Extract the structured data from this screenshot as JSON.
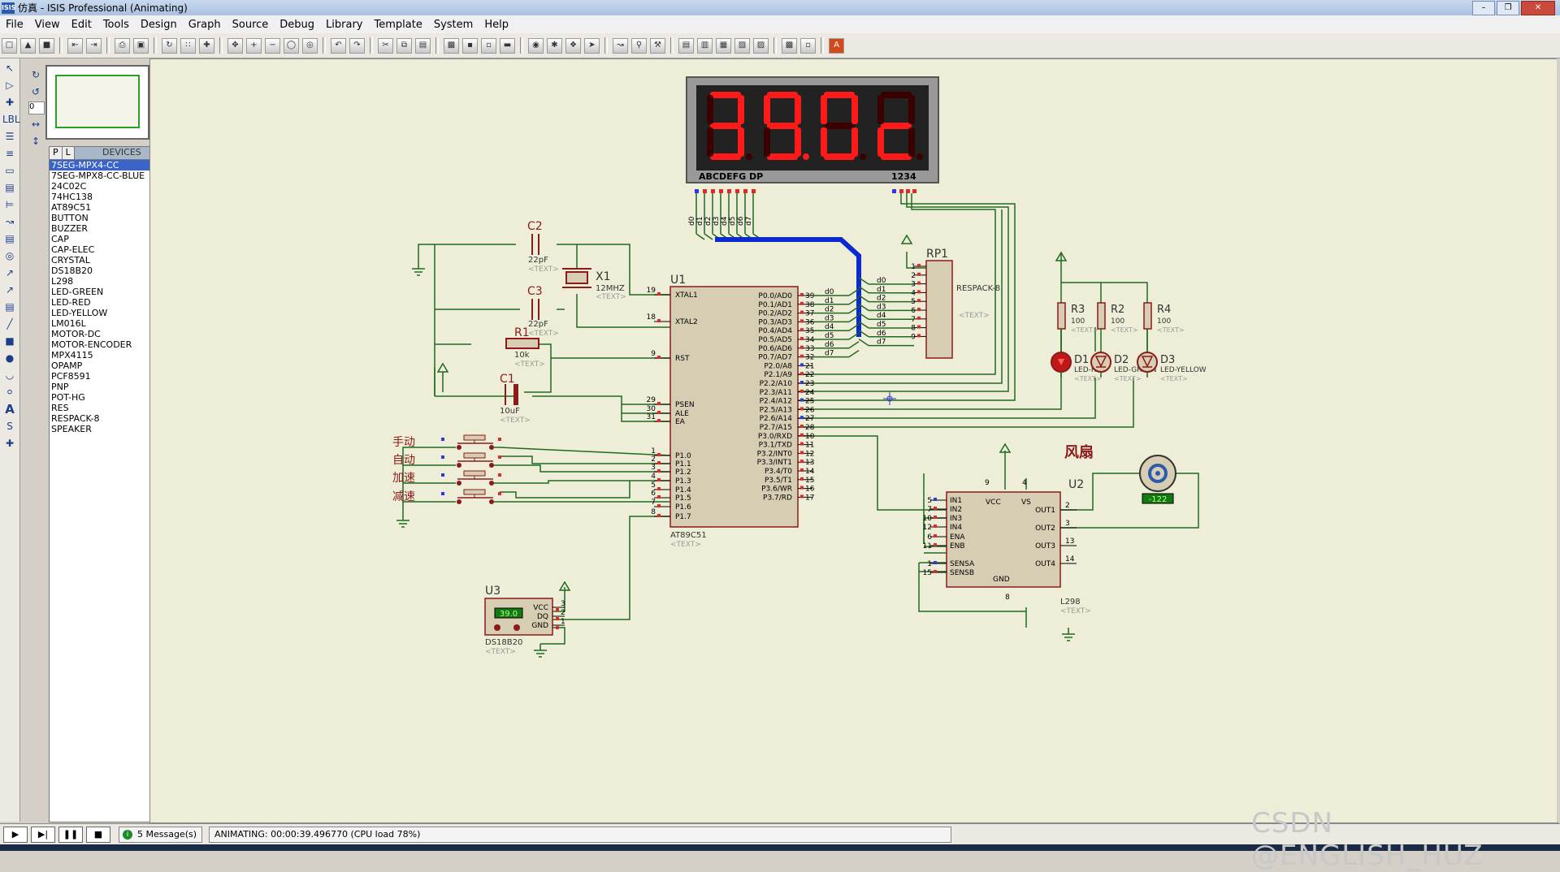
{
  "window": {
    "title": "仿真 - ISIS Professional (Animating)",
    "app_icon": "ISIS"
  },
  "menu": [
    "File",
    "View",
    "Edit",
    "Tools",
    "Design",
    "Graph",
    "Source",
    "Debug",
    "Library",
    "Template",
    "System",
    "Help"
  ],
  "device_panel": {
    "tabs": [
      "P",
      "L"
    ],
    "title": "DEVICES",
    "zoom_value": "0",
    "items": [
      "7SEG-MPX4-CC",
      "7SEG-MPX8-CC-BLUE",
      "24C02C",
      "74HC138",
      "AT89C51",
      "BUTTON",
      "BUZZER",
      "CAP",
      "CAP-ELEC",
      "CRYSTAL",
      "DS18B20",
      "L298",
      "LED-GREEN",
      "LED-RED",
      "LED-YELLOW",
      "LM016L",
      "MOTOR-DC",
      "MOTOR-ENCODER",
      "MPX4115",
      "OPAMP",
      "PCF8591",
      "PNP",
      "POT-HG",
      "RES",
      "RESPACK-8",
      "SPEAKER"
    ],
    "selected_index": 0
  },
  "schematic": {
    "display": {
      "digits": [
        "3",
        "9.",
        "0",
        "c"
      ],
      "label_left": "ABCDEFG  DP",
      "label_right": "1234",
      "color": "#ff1a1a"
    },
    "mcu": {
      "ref": "U1",
      "part": "AT89C51",
      "text": "<TEXT>",
      "left_pins": [
        [
          "19",
          "XTAL1"
        ],
        [
          "18",
          "XTAL2"
        ],
        [
          "9",
          "RST"
        ],
        [
          "29",
          "PSEN"
        ],
        [
          "30",
          "ALE"
        ],
        [
          "31",
          "EA"
        ],
        [
          "1",
          "P1.0"
        ],
        [
          "2",
          "P1.1"
        ],
        [
          "3",
          "P1.2"
        ],
        [
          "4",
          "P1.3"
        ],
        [
          "5",
          "P1.4"
        ],
        [
          "6",
          "P1.5"
        ],
        [
          "7",
          "P1.6"
        ],
        [
          "8",
          "P1.7"
        ]
      ],
      "right_pins": [
        [
          "39",
          "P0.0/AD0"
        ],
        [
          "38",
          "P0.1/AD1"
        ],
        [
          "37",
          "P0.2/AD2"
        ],
        [
          "36",
          "P0.3/AD3"
        ],
        [
          "35",
          "P0.4/AD4"
        ],
        [
          "34",
          "P0.5/AD5"
        ],
        [
          "33",
          "P0.6/AD6"
        ],
        [
          "32",
          "P0.7/AD7"
        ],
        [
          "21",
          "P2.0/A8"
        ],
        [
          "22",
          "P2.1/A9"
        ],
        [
          "23",
          "P2.2/A10"
        ],
        [
          "24",
          "P2.3/A11"
        ],
        [
          "25",
          "P2.4/A12"
        ],
        [
          "26",
          "P2.5/A13"
        ],
        [
          "27",
          "P2.6/A14"
        ],
        [
          "28",
          "P2.7/A15"
        ],
        [
          "10",
          "P3.0/RXD"
        ],
        [
          "11",
          "P3.1/TXD"
        ],
        [
          "12",
          "P3.2/INT0"
        ],
        [
          "13",
          "P3.3/INT1"
        ],
        [
          "14",
          "P3.4/T0"
        ],
        [
          "15",
          "P3.5/T1"
        ],
        [
          "16",
          "P3.6/WR"
        ],
        [
          "17",
          "P3.7/RD"
        ]
      ]
    },
    "bus_labels": [
      "d0",
      "d1",
      "d2",
      "d3",
      "d4",
      "d5",
      "d6",
      "d7"
    ],
    "c2": {
      "ref": "C2",
      "value": "22pF",
      "text": "<TEXT>"
    },
    "c3": {
      "ref": "C3",
      "value": "22pF",
      "text": "<TEXT>"
    },
    "x1": {
      "ref": "X1",
      "value": "12MHZ",
      "text": "<TEXT>"
    },
    "r1": {
      "ref": "R1",
      "value": "10k",
      "text": "<TEXT>"
    },
    "c1": {
      "ref": "C1",
      "value": "10uF",
      "text": "<TEXT>"
    },
    "rp1": {
      "ref": "RP1",
      "part": "RESPACK-8",
      "text": "<TEXT>",
      "pins": [
        "1",
        "2",
        "3",
        "4",
        "5",
        "6",
        "7",
        "8",
        "9"
      ]
    },
    "resistors": [
      {
        "ref": "R3",
        "value": "100",
        "text": "<TEXT>"
      },
      {
        "ref": "R2",
        "value": "100",
        "text": "<TEXT>"
      },
      {
        "ref": "R4",
        "value": "100",
        "text": "<TEXT>"
      }
    ],
    "leds": [
      {
        "ref": "D1",
        "part": "LED-RED",
        "text": "<TEXT>"
      },
      {
        "ref": "D2",
        "part": "LED-GREEN",
        "text": "<TEXT>"
      },
      {
        "ref": "D3",
        "part": "LED-YELLOW",
        "text": "<TEXT>"
      }
    ],
    "buttons": [
      "手动",
      "自动",
      "加速",
      "减速"
    ],
    "fan_label": "风扇",
    "motor_reading": "-122",
    "l298": {
      "ref": "U2",
      "part": "L298",
      "text": "<TEXT>",
      "left_pins": [
        [
          "5",
          "IN1"
        ],
        [
          "7",
          "IN2"
        ],
        [
          "10",
          "IN3"
        ],
        [
          "12",
          "IN4"
        ],
        [
          "6",
          "ENA"
        ],
        [
          "11",
          "ENB"
        ],
        [
          "1",
          "SENSA"
        ],
        [
          "15",
          "SENSB"
        ]
      ],
      "right_pins": [
        [
          "2",
          "OUT1"
        ],
        [
          "3",
          "OUT2"
        ],
        [
          "13",
          "OUT3"
        ],
        [
          "14",
          "OUT4"
        ]
      ],
      "top": [
        "VCC",
        "VS"
      ],
      "top_pins": [
        "9",
        "4"
      ],
      "bottom": "GND",
      "bottom_pin": "8"
    },
    "ds18b20": {
      "ref": "U3",
      "part": "DS18B20",
      "text": "<TEXT>",
      "reading": "39.0",
      "pins": [
        [
          "3",
          "VCC"
        ],
        [
          "2",
          "DQ"
        ],
        [
          "1",
          "GND"
        ]
      ]
    }
  },
  "status": {
    "controls": [
      "play",
      "step",
      "pause",
      "stop"
    ],
    "messages": "5 Message(s)",
    "animating": "ANIMATING: 00:00:39.496770 (CPU load 78%)"
  },
  "watermark": "CSDN @ENGLISH_HUZ",
  "colors": {
    "wire": "#1f6a1f",
    "component": "#8b1a1a",
    "body_fill": "#d6cdb2",
    "bus": "#0a2ad0",
    "red_segment": "#ff1a1a",
    "off_segment": "#3a0000"
  }
}
